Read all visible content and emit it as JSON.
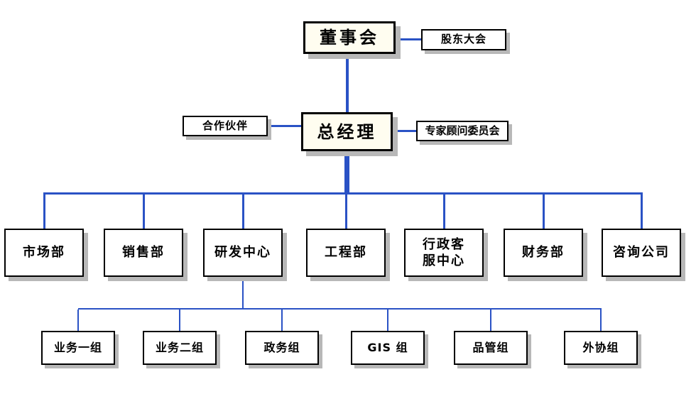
{
  "chart": {
    "type": "org-chart",
    "nodes": {
      "board": {
        "label": "董事会"
      },
      "shareholders": {
        "label": "股东大会"
      },
      "general_manager": {
        "label": "总经理"
      },
      "partners": {
        "label": "合作伙伴"
      },
      "advisory": {
        "label": "专家顾问委员会"
      },
      "departments": [
        {
          "label": "市场部"
        },
        {
          "label": "销售部"
        },
        {
          "label": "研发中心"
        },
        {
          "label": "工程部"
        },
        {
          "label": "行政客服中心"
        },
        {
          "label": "财务部"
        },
        {
          "label": "咨询公司"
        }
      ],
      "rd_groups": [
        {
          "label": "业务一组"
        },
        {
          "label": "业务二组"
        },
        {
          "label": "政务组"
        },
        {
          "label": "GIS 组"
        },
        {
          "label": "品管组"
        },
        {
          "label": "外协组"
        }
      ]
    },
    "colors": {
      "line": "#2a52c5",
      "box_bg": "#ffffff",
      "main_bg": "#fffdf0",
      "shadow": "#b8b8b8",
      "border": "#000000"
    }
  }
}
